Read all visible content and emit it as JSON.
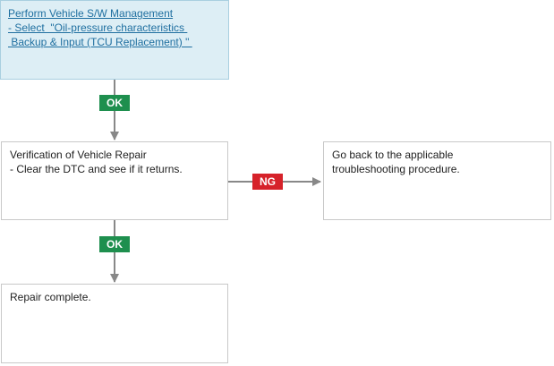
{
  "step1": {
    "lines": [
      "Perform Vehicle S/W Management",
      "- Select  \"Oil-pressure characteristics ",
      " Backup & Input (TCU Replacement) \" "
    ]
  },
  "step2": {
    "lines": [
      "Verification of Vehicle Repair",
      "- Clear the DTC and see if it returns."
    ]
  },
  "step3": {
    "lines": [
      "Go back to the applicable",
      "troubleshooting procedure."
    ]
  },
  "step4": {
    "lines": [
      "Repair complete."
    ]
  },
  "badges": {
    "ok_1": "OK",
    "ng": "NG",
    "ok_2": "OK"
  },
  "colors": {
    "ok": "#1e8f4e",
    "ng": "#d6222a",
    "link": "#1f6fa0",
    "highlight_box": "#ddeef5",
    "connector": "#888888"
  }
}
